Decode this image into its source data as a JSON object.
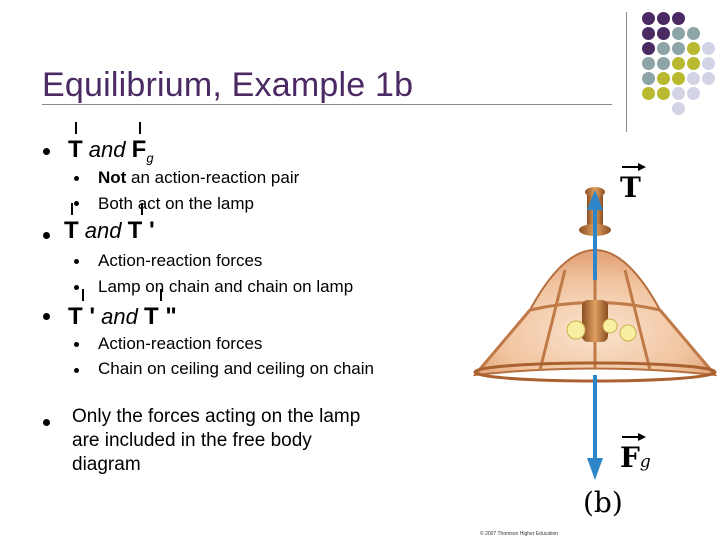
{
  "slide": {
    "title": "Equilibrium, Example 1b",
    "items": [
      {
        "heading": {
          "v1": "T",
          "conj": "and",
          "v2": "F",
          "sub": "g",
          "prime": ""
        },
        "sub_items": [
          "Not an action-reaction pair",
          "Both act on the lamp"
        ],
        "first_bold": "Not",
        "first_rest": " an action-reaction pair"
      },
      {
        "heading": {
          "v1": "T",
          "conj": "and",
          "v2": "T '",
          "sub": "",
          "prime": ""
        },
        "sub_items": [
          "Action-reaction forces",
          "Lamp on chain and chain on lamp"
        ]
      },
      {
        "heading": {
          "v1": "T '",
          "conj": "and",
          "v2": "T \"",
          "sub": "",
          "prime": ""
        },
        "sub_items": [
          "Action-reaction forces",
          "Chain on ceiling and ceiling on chain"
        ]
      }
    ],
    "closing": "Only the forces acting on the lamp are included in the free body diagram"
  },
  "figure": {
    "label_T": "T",
    "label_F": "F",
    "label_F_sub": "g",
    "label_b": "(b)",
    "credit": "© 2007 Thomson Higher Education"
  },
  "colors": {
    "title": "#4b2a63",
    "arrow": "#2e86c8",
    "dot_purple": "#4b2a63",
    "dot_gray": "#8ea5a8",
    "dot_olive": "#b8b92e",
    "dot_light": "#d3d3e6"
  }
}
